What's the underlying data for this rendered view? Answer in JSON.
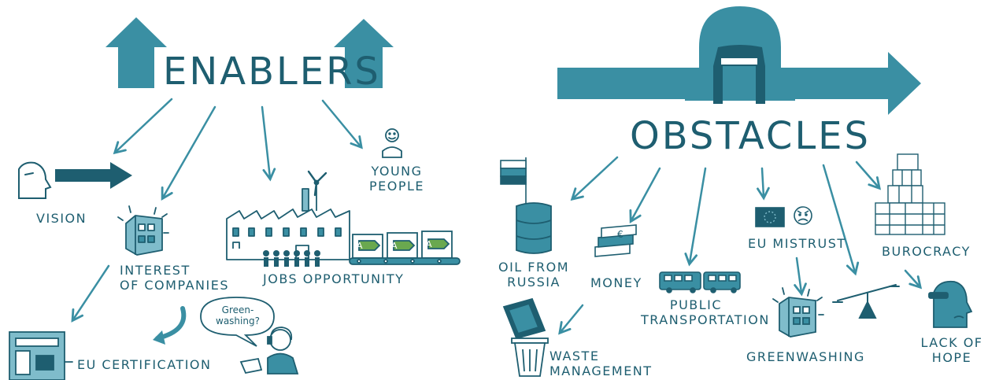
{
  "colors": {
    "primary": "#3a8fa3",
    "dark": "#1e5e70",
    "light": "#7fbccb",
    "accent_green": "#6aa84f"
  },
  "enablers": {
    "title": "ENABLERS",
    "items": {
      "vision": "VISION",
      "young_people": [
        "YOUNG",
        "PEOPLE"
      ],
      "interest_of_companies": [
        "INTEREST",
        "OF COMPANIES"
      ],
      "jobs_opportunity": "JOBS OPPORTUNITY",
      "eu_certification": "EU CERTIFICATION"
    },
    "speech_bubble": [
      "Green-",
      "washing?"
    ],
    "energy_labels": [
      "A",
      "A",
      "A"
    ]
  },
  "obstacles": {
    "title": "OBSTACLES",
    "items": {
      "oil_from_russia": [
        "OIL FROM",
        "RUSSIA"
      ],
      "money": "MONEY",
      "public_transportation": [
        "PUBLIC",
        "TRANSPORTATION"
      ],
      "eu_mistrust": "EU MISTRUST",
      "burocracy": "BUROCRACY",
      "waste_management": [
        "WASTE",
        "MANAGEMENT"
      ],
      "greenwashing": "GREENWASHING",
      "lack_of_hope": [
        "LACK OF",
        "HOPE"
      ]
    },
    "money_symbol": "€"
  }
}
